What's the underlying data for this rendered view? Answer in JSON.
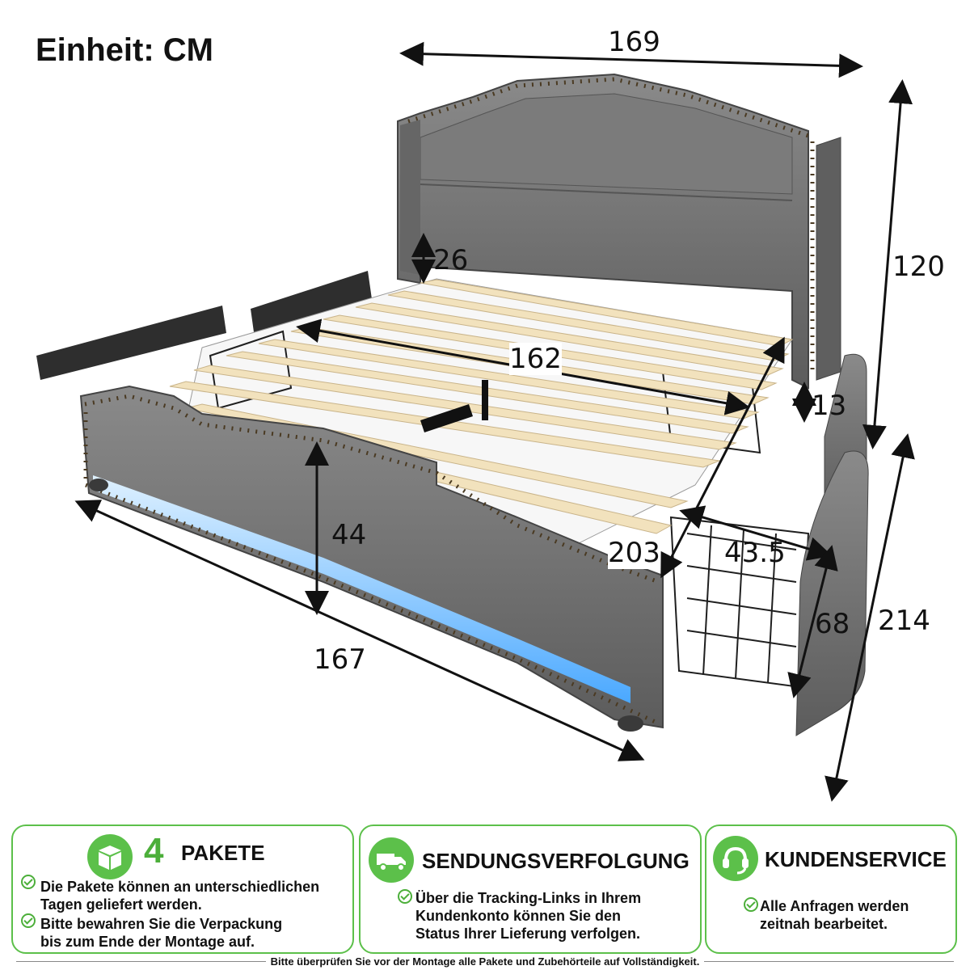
{
  "unit_label": "Einheit: CM",
  "dimensions": {
    "width_top": "169",
    "height_total": "120",
    "headboard_gap": "26",
    "inner_length": "162",
    "rail_height": "13",
    "footboard_height": "44",
    "inner_depth": "203",
    "drawer_width": "43.5",
    "drawer_length": "68",
    "total_length": "214",
    "width_bottom": "167"
  },
  "cards": {
    "packages": {
      "number": "4",
      "title": "PAKETE",
      "icon": "package-box-icon",
      "lines": [
        "Die Pakete können an unterschiedlichen",
        "Tagen geliefert werden.",
        "Bitte bewahren Sie die Verpackung",
        "bis zum Ende der Montage auf."
      ]
    },
    "tracking": {
      "title": "SENDUNGSVERFOLGUNG",
      "icon": "delivery-truck-icon",
      "lines": [
        "Über die Tracking-Links in Ihrem",
        "Kundenkonto können Sie den",
        "Status Ihrer Lieferung verfolgen."
      ]
    },
    "service": {
      "title": "KUNDENSERVICE",
      "icon": "headset-icon",
      "lines": [
        "Alle Anfragen werden",
        "zeitnah bearbeitet."
      ]
    }
  },
  "footer": "Bitte überprüfen Sie vor der Montage alle Pakete und Zubehörteile auf Vollständigkeit.",
  "colors": {
    "accent": "#5cc04a",
    "upholstery": "#6e6e6e",
    "slats": "#f2e2bd",
    "led": "#4aa8ff"
  }
}
